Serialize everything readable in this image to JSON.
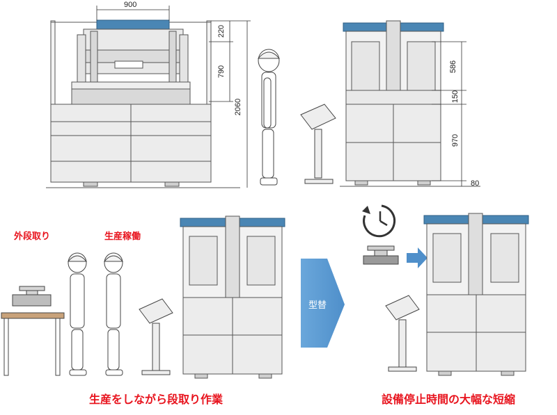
{
  "dimensions": {
    "width_900": "900",
    "h_220": "220",
    "h_790": "790",
    "h_2060": "2060",
    "h_586": "586",
    "h_150": "150",
    "h_970": "970",
    "h_80": "80"
  },
  "labels": {
    "external_setup": "外段取り",
    "production_running": "生産稼働",
    "arrow_die_change": "型替",
    "caption_left": "生産をしながら段取り作業",
    "caption_right": "設備停止時間の大幅な短縮"
  },
  "colors": {
    "accent_blue": "#5b9bd5",
    "caption_red": "#e8141e",
    "machine_top_blue": "#4a86b4",
    "line_gray": "#555555",
    "fill_gray": "#e6e6e6"
  },
  "icons": {
    "clock": "clock-icon",
    "arrow": "right-arrow-icon"
  }
}
